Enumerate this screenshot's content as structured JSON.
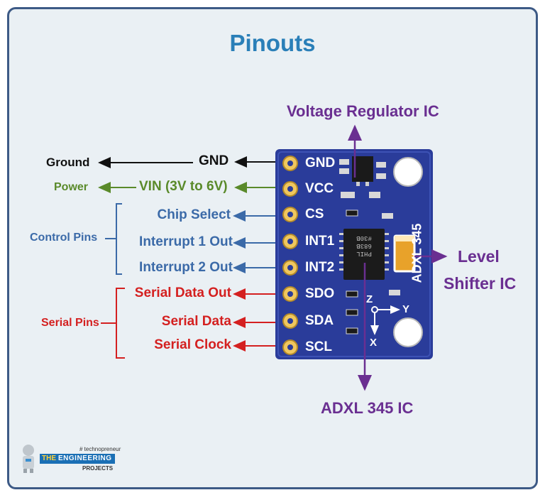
{
  "title": "Pinouts",
  "colors": {
    "frame_border": "#3d5a86",
    "background": "#eaf0f4",
    "title": "#2a7fb8",
    "black": "#111111",
    "power_green": "#5a8a2a",
    "control_blue": "#3b6aa8",
    "serial_red": "#d42020",
    "purple": "#6a2f91",
    "pcb": "#2a3c9a"
  },
  "board": {
    "pins": [
      "GND",
      "VCC",
      "CS",
      "INT1",
      "INT2",
      "SDO",
      "SDA",
      "SCL"
    ],
    "model_text": "ADXL 345",
    "axis_z": "Z",
    "axis_y": "Y",
    "axis_x": "X",
    "chip_marking": [
      "PHIL",
      "683B",
      "#30B"
    ]
  },
  "left_labels": {
    "ground": "Ground",
    "gnd": "GND",
    "power": "Power",
    "vin": "VIN (3V to 6V)",
    "control_pins": "Control Pins",
    "chip_select": "Chip Select",
    "interrupt1": "Interrupt 1 Out",
    "interrupt2": "Interrupt 2 Out",
    "serial_pins": "Serial Pins",
    "serial_data_out": "Serial Data Out",
    "serial_data": "Serial Data",
    "serial_clock": "Serial Clock"
  },
  "callouts": {
    "voltage_regulator": "Voltage Regulator IC",
    "level": "Level",
    "shifter": "Shifter IC",
    "adxl_ic": "ADXL 345 IC"
  },
  "logo": {
    "tag": "# technopreneur",
    "the": "THE",
    "engineering": "ENGINEERING",
    "projects": "PROJECTS"
  }
}
